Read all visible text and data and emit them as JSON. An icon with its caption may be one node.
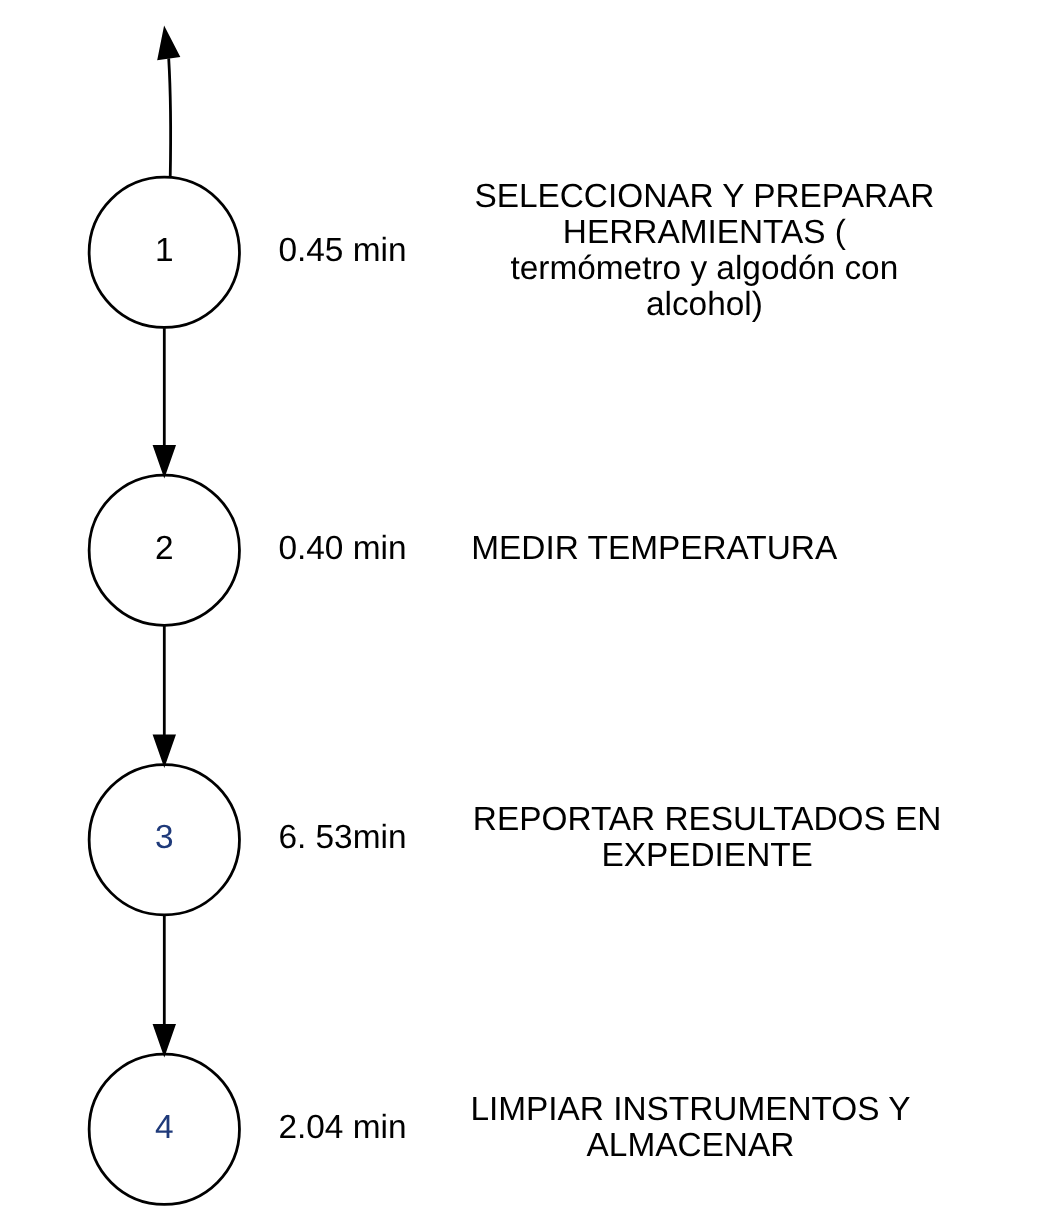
{
  "diagram": {
    "nodes": [
      {
        "text": [
          "1"
        ],
        "beside": [
          "0.45 min",
          "SELECCIONAR Y PREPARAR HERRAMIENTAS ( termómetro y algodón con alcohol)"
        ]
      },
      {
        "text": [
          "2"
        ],
        "beside": [
          "0.40 min",
          "MEDIR TEMPERATURA"
        ]
      },
      {
        "text": [
          "3"
        ],
        "beside": [
          "6. 53min",
          "REPORTAR RESULTADOS EN EXPEDIENTE"
        ]
      },
      {
        "text": [
          "4"
        ],
        "beside": [
          "2.04 min",
          "LIMPIAR INSTRUMENTOS Y ALMACENAR"
        ]
      }
    ],
    "edges": [
      {
        "from": 0,
        "to": null,
        "arrow": "to"
      },
      {
        "from": 0,
        "to": 1,
        "arrow": "to"
      },
      {
        "from": 1,
        "to": 2,
        "arrow": "to"
      },
      {
        "from": 2,
        "to": 3,
        "arrow": "to"
      }
    ]
  }
}
